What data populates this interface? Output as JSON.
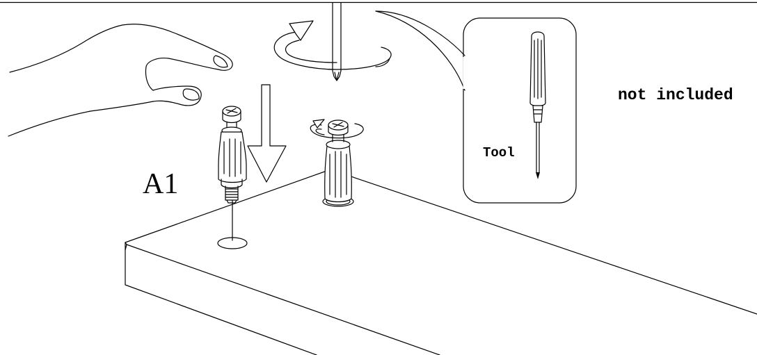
{
  "labels": {
    "part_id": "A1",
    "tool": "Tool",
    "tool_note": "not included"
  },
  "icons": {
    "hand": "hand-pressing-icon",
    "arrow": "down-arrow-icon",
    "screwdriver": "screwdriver-icon",
    "rotation": "clockwise-rotation-icon",
    "dowel": "cam-dowel-icon"
  },
  "colors": {
    "line": "#000000",
    "background": "#ffffff"
  }
}
